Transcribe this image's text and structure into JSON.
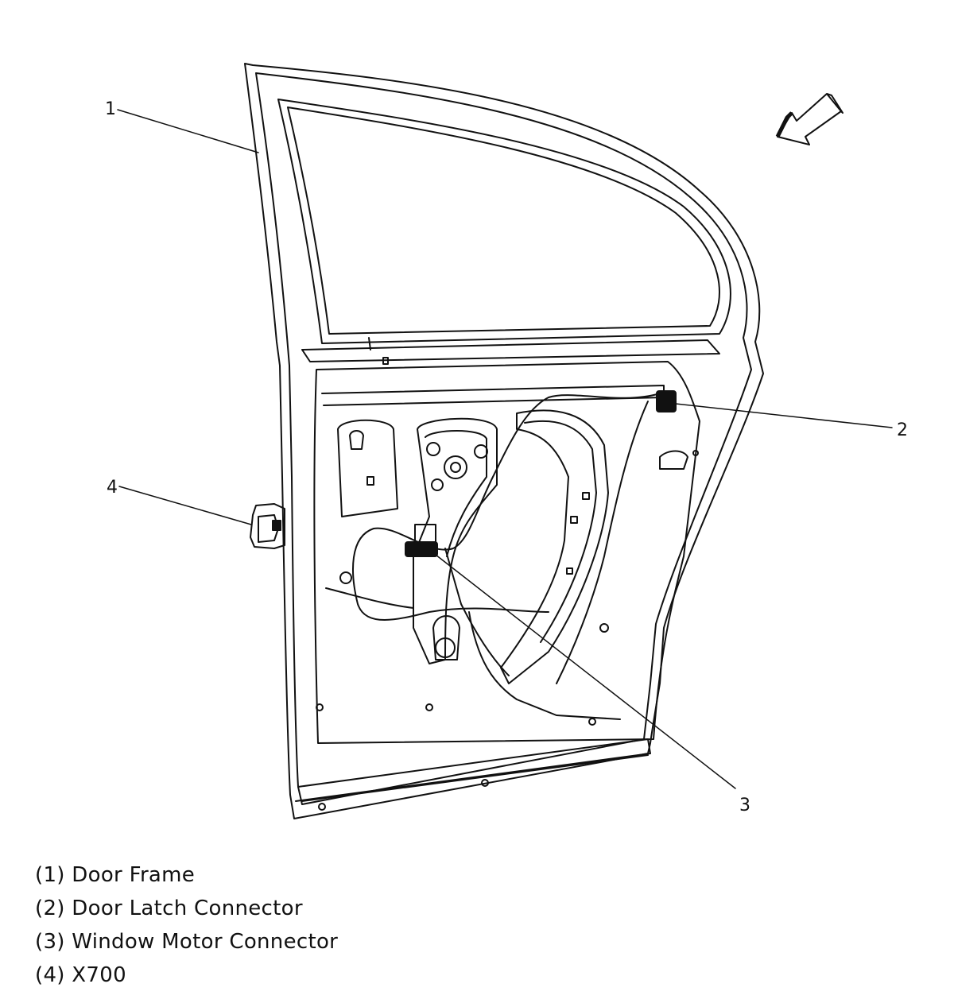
{
  "callouts": [
    {
      "id": "1",
      "label": "1"
    },
    {
      "id": "2",
      "label": "2"
    },
    {
      "id": "3",
      "label": "3"
    },
    {
      "id": "4",
      "label": "4"
    }
  ],
  "legend": [
    {
      "text": "(1) Door Frame"
    },
    {
      "text": "(2) Door Latch Connector"
    },
    {
      "text": "(3) Window Motor Connector"
    },
    {
      "text": "(4) X700"
    }
  ],
  "colors": {
    "line": "#111111",
    "background": "#ffffff"
  },
  "icons": {
    "direction": "forward-arrow-icon"
  }
}
